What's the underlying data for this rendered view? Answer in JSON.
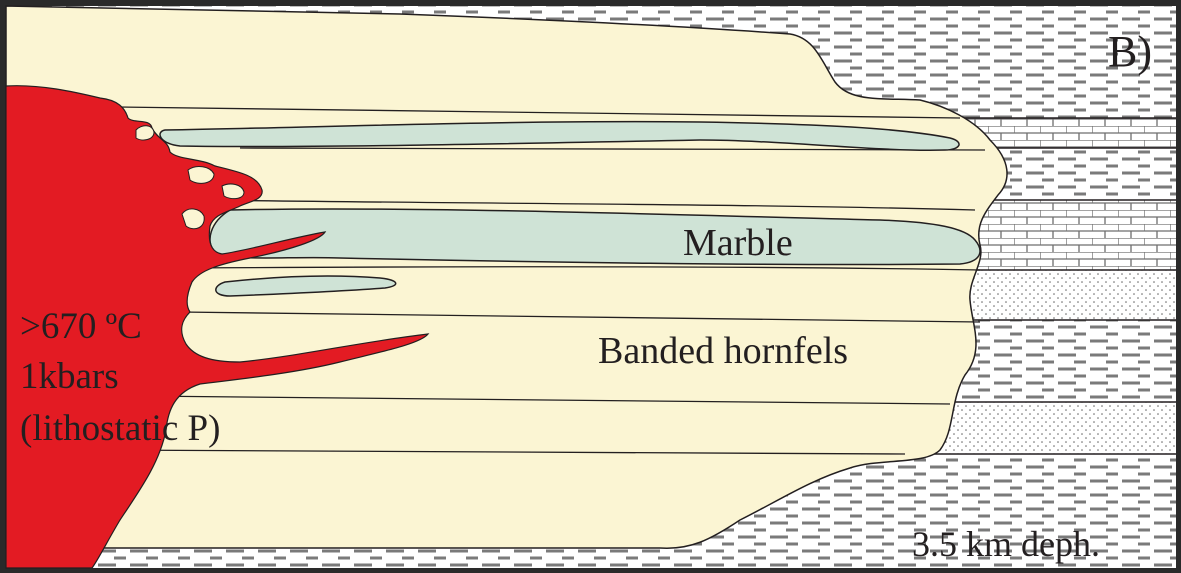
{
  "panel_label": "B)",
  "labels": {
    "marble": "Marble",
    "hornfels": "Banded hornfels",
    "temperature": ">670 ºC",
    "pressure": "1kbars",
    "pressure_note": "(lithostatic P)",
    "depth": "3.5 km deph."
  },
  "colors": {
    "intrusion": "#e31b23",
    "hornfels": "#fbf5d3",
    "marble": "#cfe3d6",
    "outline": "#231f20",
    "frame_bg": "#ffffff",
    "border": "#2a2a2a"
  }
}
